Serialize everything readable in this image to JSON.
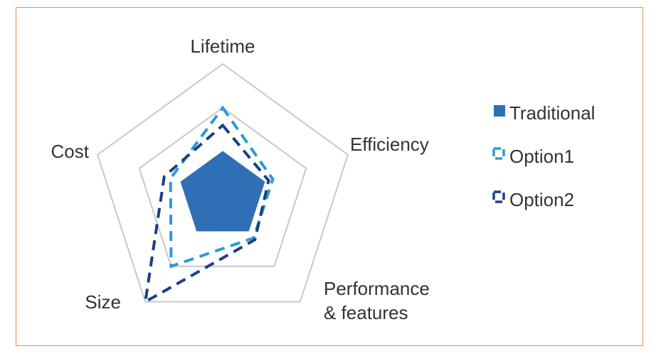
{
  "chart_data": {
    "type": "radar",
    "title": "",
    "axes": [
      "Lifetime",
      "Efficiency",
      "Performance & features",
      "Size",
      "Cost"
    ],
    "axis_label_lines": [
      [
        "Lifetime"
      ],
      [
        "Efficiency"
      ],
      [
        "Performance",
        "& features"
      ],
      [
        "Size"
      ],
      [
        "Cost"
      ]
    ],
    "range": [
      0,
      3
    ],
    "grid_levels": [
      1,
      2,
      3
    ],
    "legend_position": "right",
    "series": [
      {
        "name": "Traditional",
        "style": "filled",
        "color": "#2f6fb5",
        "values": [
          1,
          1,
          1,
          1,
          1
        ]
      },
      {
        "name": "Option1",
        "style": "dashed",
        "color": "#2a9bd6",
        "values": [
          2,
          1.2,
          1.2,
          2,
          1.25
        ]
      },
      {
        "name": "Option2",
        "style": "dashed",
        "color": "#1b3f86",
        "values": [
          1.6,
          1.1,
          1.25,
          3,
          1.4
        ]
      }
    ]
  }
}
